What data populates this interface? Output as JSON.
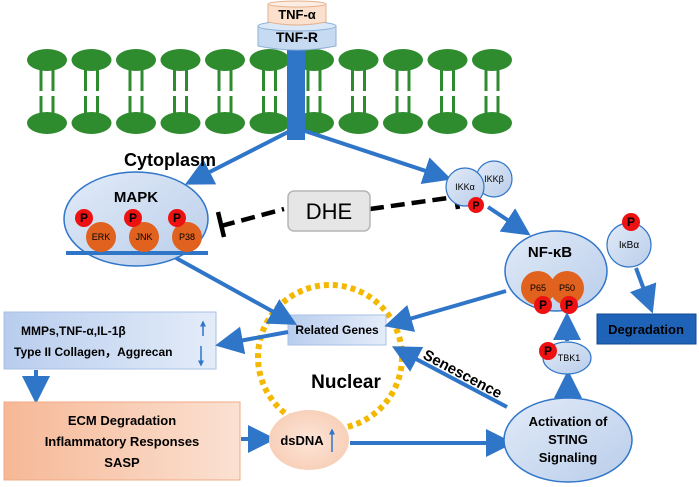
{
  "receptor": {
    "ligand": "TNF-α",
    "receptor": "TNF-R"
  },
  "compartments": {
    "cytoplasm": "Cytoplasm",
    "nuclear": "Nuclear"
  },
  "mapk": {
    "title": "MAPK",
    "kinases": [
      "ERK",
      "JNK",
      "P38"
    ],
    "phospho": "P"
  },
  "inhibitor": "DHE",
  "ikk": {
    "alpha": "IKKα",
    "beta": "IKKβ"
  },
  "nfkb": {
    "title": "NF-κB",
    "p65": "P65",
    "p50": "P50"
  },
  "ikba": "IκBα",
  "degradation": "Degradation",
  "related_genes": "Related Genes",
  "outcome_box": {
    "line1": "MMPs,TNF-α,IL-1β",
    "line2": "Type II Collagen，Aggrecan"
  },
  "ecm_box": {
    "line1": "ECM Degradation",
    "line2": "Inflammatory Responses",
    "line3": "SASP"
  },
  "dsdna": "dsDNA",
  "tbk1": "TBK1",
  "senescence": "Senescence",
  "sting": {
    "line1": "Activation of",
    "line2": "STING",
    "line3": "Signaling"
  },
  "colors": {
    "membrane": "#2e8b2e",
    "arrow": "#2f75c8",
    "ellipse_fill": "#c9d8f0",
    "phospho": "#ee1111",
    "kinase": "#e0621e",
    "nuclear_ring": "#f5b800",
    "degradation": "#1f63b8"
  }
}
